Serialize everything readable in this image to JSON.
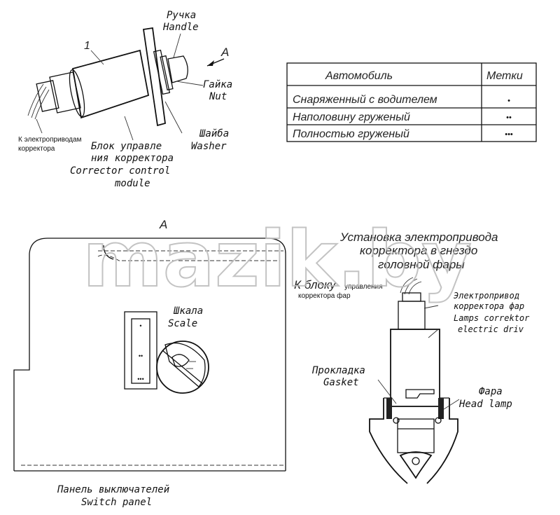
{
  "watermark": "mazik.by",
  "module": {
    "number": "1",
    "handle_ru": "Ручка",
    "handle_en": "Handle",
    "nut_ru": "Гайка",
    "nut_en": "Nut",
    "washer_ru": "Шайба",
    "washer_en": "Washer",
    "arrow_label": "A",
    "to_actuators_1": "К электроприводам",
    "to_actuators_2": "корректора",
    "block_ru_1": "Блок управле",
    "block_ru_2": "ния корректора",
    "block_en_1": "Corrector control",
    "block_en_2": "module"
  },
  "table": {
    "headers": [
      "Автомобиль",
      "Метки"
    ],
    "rows": [
      {
        "label": "Снаряженный с водителем",
        "mark": "•"
      },
      {
        "label": "Наполовину груженый",
        "mark": "••"
      },
      {
        "label": "Полностью груженый",
        "mark": "•••"
      }
    ]
  },
  "panel": {
    "view_label": "A",
    "scale_ru": "Шкала",
    "scale_en": "Scale",
    "scale_marks": [
      "•",
      "••",
      "•••"
    ],
    "switch_ru": "Панель выключателей",
    "switch_en": "Switch panel"
  },
  "install": {
    "title_1": "Установка электропривода",
    "title_2": "корректора в гнездо",
    "title_3": "головной фары",
    "to_block_big": "К блоку",
    "to_block_small_1": "управления",
    "to_block_small_2": "корректора фар",
    "drive_ru_1": "Электропривод",
    "drive_ru_2": "корректора фар",
    "drive_en_1": "Lamps correktor",
    "drive_en_2": "electric driv",
    "gasket_ru": "Прокладка",
    "gasket_en": "Gasket",
    "lamp_ru": "Фара",
    "lamp_en": "Head lamp"
  }
}
